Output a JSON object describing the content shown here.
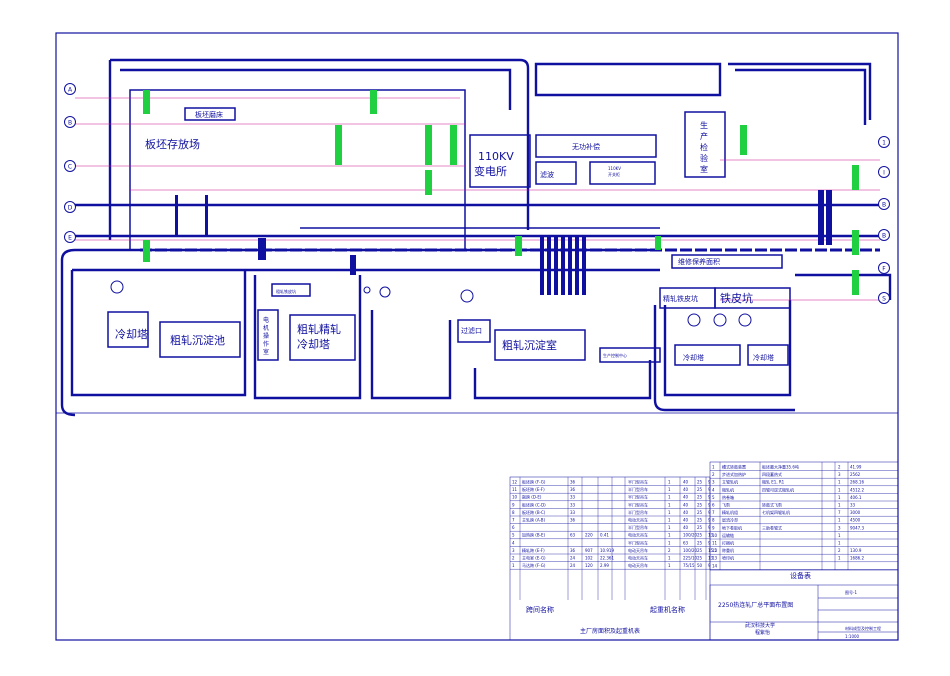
{
  "drawing": {
    "rooms": {
      "slab_storage": "板坯存放场",
      "slab_grinding": "板坯磨床",
      "substation": "110KV\n变电所",
      "reactive_comp": "无功补偿",
      "filter": "滤波",
      "switch_110kv": "110KV\n开关柜",
      "production_inspection": "生\n产\n检\n验\n室",
      "rough_cooling_tower": "冷却塔",
      "rough_settling_pond": "粗轧沉淀池",
      "rough_control_room": "电\n机\n操\n作\n室",
      "rough_finish_cooling": "粗轧精轧\n冷却塔",
      "filter_room": "过滤口",
      "rough_settling_room": "粗轧沉淀室",
      "production_control": "生产控制中心",
      "maintenance_area": "维修保养面积",
      "finish_scale_pit": "精轧铁皮坑",
      "scale_pit": "铁皮坑",
      "cooling_tower_2": "冷却塔",
      "cooling_tower_3": "冷却塔",
      "rough_scale_pit": "粗轧铁皮坑"
    },
    "axes_left": [
      "A",
      "B",
      "C",
      "D",
      "E"
    ],
    "axes_right": [
      "1",
      "I",
      "B",
      "B",
      "F",
      "S"
    ],
    "equipment_title": "设备表",
    "crane_table_title": "主厂房面积及起重机表",
    "crane_header": {
      "span": "跨间名称",
      "crane": "起重机名称"
    },
    "title_block": {
      "drawing_title": "2250热连轧厂总平面布置图",
      "university": "武汉科技大学",
      "author": "程紫怡",
      "sheet_no": "图号-1",
      "scale": "1:1000",
      "dept": "材料成型及控制工程"
    },
    "crane_rows": [
      [
        "12",
        "板坯跨 (F-G)",
        "36",
        "",
        "",
        "",
        "半门型吊车",
        "1",
        "40",
        "25",
        "9"
      ],
      [
        "11",
        "板坯跨 (E-F)",
        "36",
        "",
        "",
        "",
        "半门型吊车",
        "1",
        "40",
        "25",
        "9"
      ],
      [
        "10",
        "副跨 (D-E)",
        "33",
        "",
        "",
        "",
        "半门型吊车",
        "1",
        "40",
        "25",
        "9"
      ],
      [
        "9",
        "板坯跨 (C-D)",
        "33",
        "",
        "",
        "",
        "半门型吊车",
        "1",
        "40",
        "25",
        "9"
      ],
      [
        "8",
        "板坯跨 (B-C)",
        "33",
        "",
        "",
        "",
        "半门型吊车",
        "1",
        "40",
        "25",
        "9"
      ],
      [
        "7",
        "主轧跨 (A-B)",
        "36",
        "",
        "",
        "",
        "电动天吊车",
        "1",
        "40",
        "25",
        "9"
      ],
      [
        "6",
        "",
        "",
        "",
        "",
        "",
        "半门型吊车",
        "1",
        "40",
        "25",
        "9"
      ],
      [
        "5",
        "加热跨 (B-E)",
        "63",
        "220",
        "0.41",
        "",
        "电动天吊车",
        "1",
        "100/20",
        "25",
        "13"
      ],
      [
        "4",
        "",
        "",
        "",
        "",
        "",
        "半门型吊车",
        "1",
        "63",
        "25",
        "9"
      ],
      [
        "3",
        "精轧跨 (E-F)",
        "36",
        "907",
        "10.919",
        "",
        "电动天吊车",
        "2",
        "100/20",
        "25",
        "15.5"
      ],
      [
        "2",
        "主电室 (E-G)",
        "24",
        "102",
        "22.361",
        "",
        "电动天吊车",
        "1",
        "225/10",
        "25",
        "13"
      ],
      [
        "1",
        "马达跨 (F-G)",
        "24",
        "120",
        "2.99",
        "",
        "电动天吊车",
        "1",
        "75/15",
        "50",
        "9"
      ]
    ],
    "equipment_rows": [
      [
        "1",
        "槽式转鼓装置",
        "板坯最大净重35.6吨",
        "",
        "2",
        "41.99"
      ],
      [
        "2",
        "步进式加热炉",
        "四段蓄热式",
        "",
        "3",
        "2562"
      ],
      [
        "3",
        "立辊轧机",
        "粗轧 E1, R1",
        "",
        "1",
        "268.16"
      ],
      [
        "4",
        "粗轧机",
        "四辊可逆式粗轧机",
        "",
        "1",
        "4512.2"
      ],
      [
        "5",
        "热卷箱",
        "",
        "",
        "1",
        "406.1"
      ],
      [
        "6",
        "飞剪",
        "转鼓式飞剪",
        "",
        "1",
        "33"
      ],
      [
        "7",
        "精轧机组",
        "七机架四辊轧机",
        "",
        "7",
        "3000"
      ],
      [
        "8",
        "层流冷却",
        "",
        "",
        "1",
        "4500"
      ],
      [
        "9",
        "地下卷取机",
        "三助卷辊式",
        "",
        "3",
        "9047.3"
      ],
      [
        "10",
        "运输链",
        "",
        "",
        "1",
        ""
      ],
      [
        "11",
        "打捆机",
        "",
        "",
        "1",
        ""
      ],
      [
        "12",
        "称重机",
        "",
        "",
        "2",
        "130.9"
      ],
      [
        "13",
        "喷印机",
        "",
        "",
        "1",
        "1686.2"
      ],
      [
        "14",
        "",
        "",
        "",
        "",
        ""
      ]
    ]
  }
}
